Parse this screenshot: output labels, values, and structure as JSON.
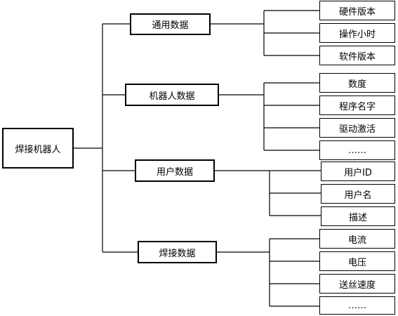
{
  "root": {
    "label": "焊接机器人"
  },
  "groups": [
    {
      "label": "通用数据",
      "items": [
        "硬件版本",
        "操作小时",
        "软件版本"
      ]
    },
    {
      "label": "机器人数据",
      "items": [
        "数度",
        "程序名字",
        "驱动激活",
        "……"
      ]
    },
    {
      "label": "用户数据",
      "items": [
        "用户ID",
        "用户名",
        "描述"
      ]
    },
    {
      "label": "焊接数据",
      "items": [
        "电流",
        "电压",
        "送丝速度",
        "……"
      ]
    }
  ]
}
